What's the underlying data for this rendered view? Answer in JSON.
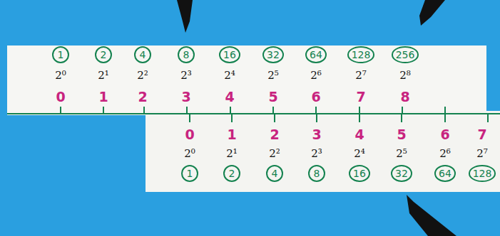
{
  "diagram": {
    "nodes": [
      {
        "text": [
          "1"
        ]
      },
      {
        "text": [
          "2"
        ]
      },
      {
        "text": [
          "4"
        ]
      },
      {
        "text": [
          "8"
        ]
      },
      {
        "text": [
          "16"
        ]
      },
      {
        "text": [
          "32"
        ]
      },
      {
        "text": [
          "64"
        ]
      },
      {
        "text": [
          "128"
        ]
      },
      {
        "text": [
          "256"
        ]
      },
      {
        "text": [
          "1"
        ]
      },
      {
        "text": [
          "2"
        ]
      },
      {
        "text": [
          "4"
        ]
      },
      {
        "text": [
          "8"
        ]
      },
      {
        "text": [
          "16"
        ]
      },
      {
        "text": [
          "32"
        ]
      },
      {
        "text": [
          "64"
        ]
      },
      {
        "text": [
          "128"
        ]
      }
    ],
    "labels": [
      "2⁰",
      "2¹",
      "2²",
      "2³",
      "2⁴",
      "2⁵",
      "2⁶",
      "2⁷",
      "2⁸",
      "0",
      "1",
      "2",
      "3",
      "4",
      "5",
      "6",
      "7",
      "8",
      "0",
      "1",
      "2",
      "3",
      "4",
      "5",
      "6",
      "7",
      "2⁰",
      "2¹",
      "2²",
      "2³",
      "2⁴",
      "2⁵",
      "2⁶",
      "2⁷"
    ]
  }
}
